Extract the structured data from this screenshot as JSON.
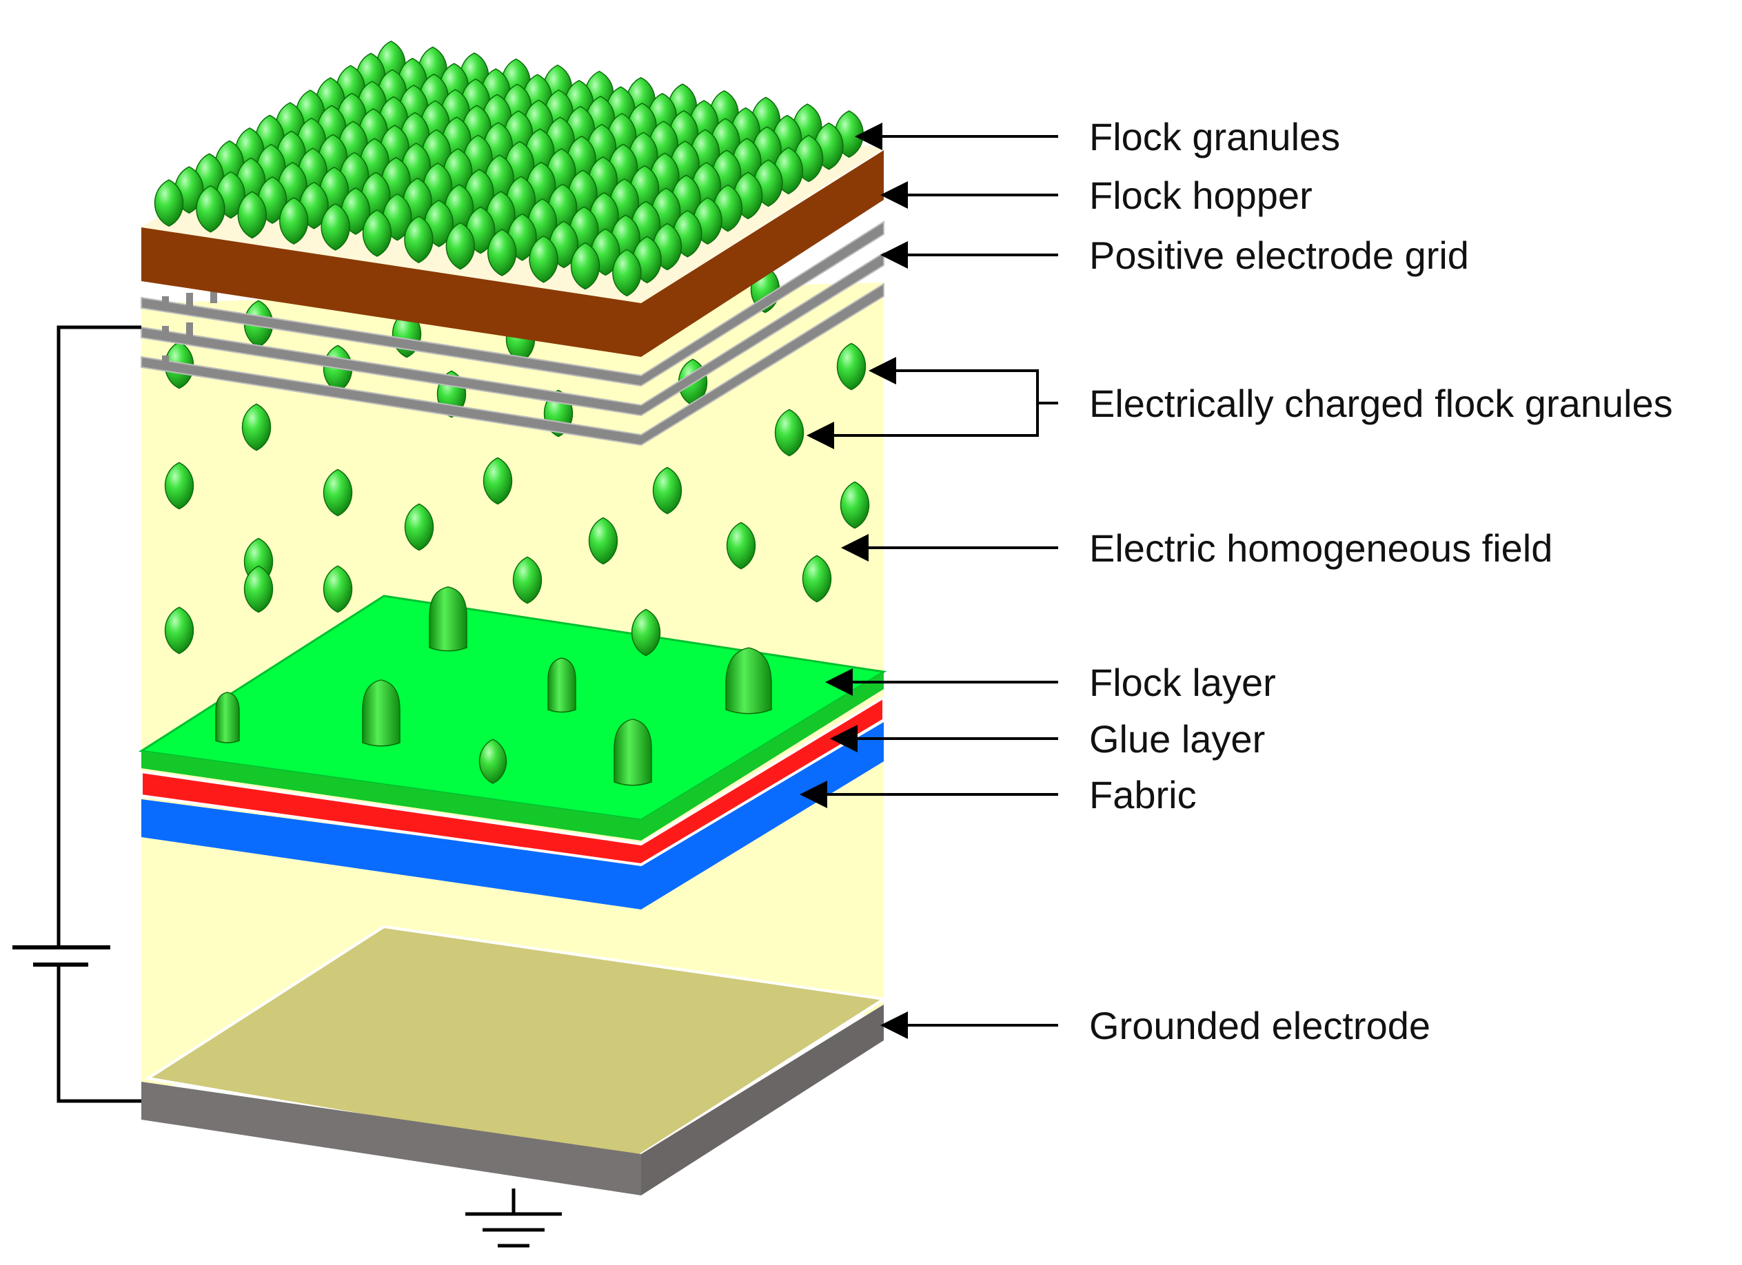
{
  "labels": {
    "flock_granules": "Flock granules",
    "flock_hopper": "Flock hopper",
    "positive_electrode_grid": "Positive electrode grid",
    "electrically_charged_flock_granules": "Electrically charged flock granules",
    "electric_homogeneous_field": "Electric homogeneous field",
    "flock_layer": "Flock layer",
    "glue_layer": "Glue layer",
    "fabric": "Fabric",
    "grounded_electrode": "Grounded electrode"
  },
  "colors": {
    "field": "#ffffc4",
    "hopper": "#8b3a05",
    "granule": "#22cc22",
    "electrode_grid": "#808080",
    "flock_layer": "#00ff40",
    "glue_layer": "#ff1a1a",
    "fabric": "#0a6cff",
    "grounded_electrode_top": "#cfc97a",
    "grounded_electrode_side": "#777373"
  }
}
